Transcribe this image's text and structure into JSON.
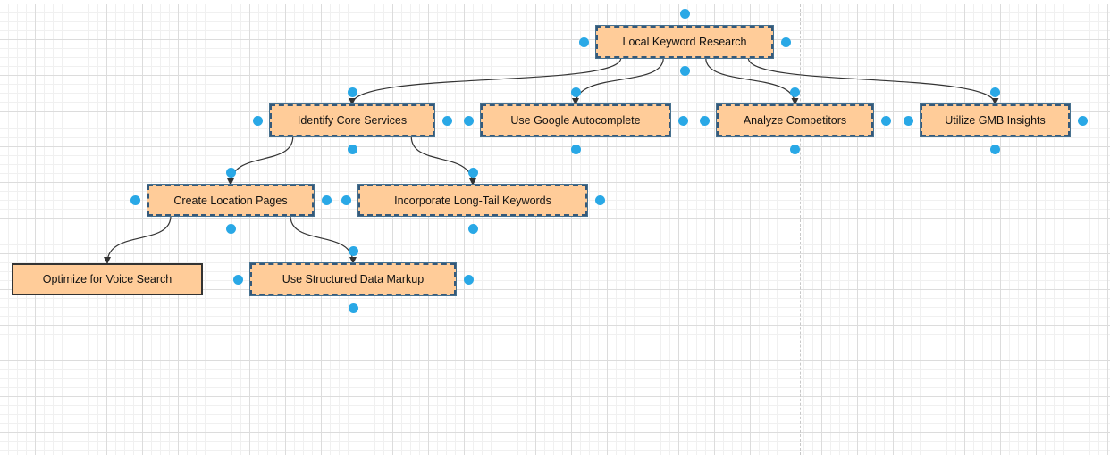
{
  "colors": {
    "node_fill": "#ffcc99",
    "edge": "#333333",
    "handle": "#29a8e6",
    "grid": "#dcdcdc"
  },
  "nodes": [
    {
      "id": "local-keyword-research",
      "label": "Local Keyword Research",
      "selected": true
    },
    {
      "id": "identify-core-services",
      "label": "Identify Core Services",
      "selected": true
    },
    {
      "id": "use-google-autocomplete",
      "label": "Use Google Autocomplete",
      "selected": true
    },
    {
      "id": "analyze-competitors",
      "label": "Analyze Competitors",
      "selected": true
    },
    {
      "id": "utilize-gmb-insights",
      "label": "Utilize GMB Insights",
      "selected": true
    },
    {
      "id": "create-location-pages",
      "label": "Create Location Pages",
      "selected": true
    },
    {
      "id": "incorporate-long-tail-keywords",
      "label": "Incorporate Long-Tail Keywords",
      "selected": true
    },
    {
      "id": "optimize-for-voice-search",
      "label": "Optimize for Voice Search",
      "selected": false
    },
    {
      "id": "use-structured-data-markup",
      "label": "Use Structured Data Markup",
      "selected": true
    }
  ],
  "edges": [
    {
      "from": "local-keyword-research",
      "to": "identify-core-services"
    },
    {
      "from": "local-keyword-research",
      "to": "use-google-autocomplete"
    },
    {
      "from": "local-keyword-research",
      "to": "analyze-competitors"
    },
    {
      "from": "local-keyword-research",
      "to": "utilize-gmb-insights"
    },
    {
      "from": "identify-core-services",
      "to": "create-location-pages"
    },
    {
      "from": "identify-core-services",
      "to": "incorporate-long-tail-keywords"
    },
    {
      "from": "create-location-pages",
      "to": "optimize-for-voice-search"
    },
    {
      "from": "create-location-pages",
      "to": "use-structured-data-markup"
    }
  ]
}
